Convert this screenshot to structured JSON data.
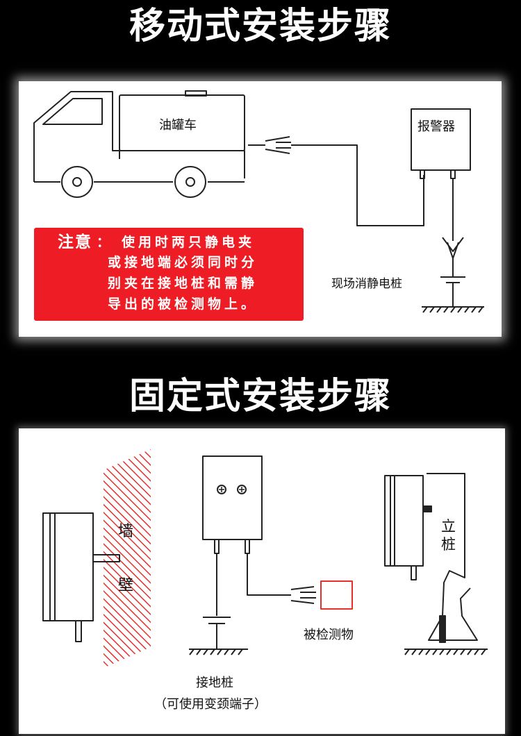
{
  "mobile": {
    "title": "移动式安装步骤",
    "truck_label": "油罐车",
    "alarm_label": "报警器",
    "pile_label": "现场消静电桩",
    "note": {
      "heading": "注意",
      "sep": "：",
      "line1": "使用时两只静电夹",
      "line2": "或接地端必须同时分",
      "line3": "别夹在接地桩和需静",
      "line4": "导出的被检测物上。",
      "color": "#ee1c24"
    }
  },
  "fixed": {
    "title": "固定式安装步骤",
    "wall_char_1": "墙",
    "wall_char_2": "壁",
    "column_char_1": "立",
    "column_char_2": "桩",
    "object_label": "被检测物",
    "ground_label": "接地桩",
    "ground_note": "（可使用变颈端子）",
    "wall_color": "#e5312e"
  }
}
